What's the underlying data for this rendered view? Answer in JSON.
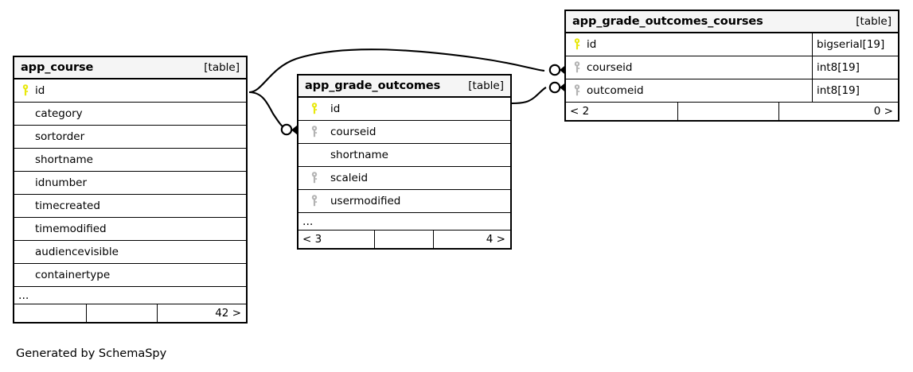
{
  "diagram": {
    "caption": "Generated by SchemaSpy",
    "table_tag": "[table]",
    "ellipsis": "...",
    "pk_icon": "yellow-key-icon",
    "fk_icon": "gray-key-icon",
    "pk_color": "#e8e80d",
    "fk_color": "#b3b3b3",
    "header_bg": "#f5f5f5",
    "border_color": "#000000",
    "edge_color": "#000000"
  },
  "tables": [
    {
      "id": "app_course",
      "name": "app_course",
      "tag": "[table]",
      "columns": [
        {
          "name": "id",
          "key": "pk",
          "type": ""
        },
        {
          "name": "category",
          "key": "none",
          "type": ""
        },
        {
          "name": "sortorder",
          "key": "none",
          "type": ""
        },
        {
          "name": "shortname",
          "key": "none",
          "type": ""
        },
        {
          "name": "idnumber",
          "key": "none",
          "type": ""
        },
        {
          "name": "timecreated",
          "key": "none",
          "type": ""
        },
        {
          "name": "timemodified",
          "key": "none",
          "type": ""
        },
        {
          "name": "audiencevisible",
          "key": "none",
          "type": ""
        },
        {
          "name": "containertype",
          "key": "none",
          "type": ""
        }
      ],
      "has_ellipsis": true,
      "footer": {
        "left": "",
        "mid": "",
        "right": "42 >"
      }
    },
    {
      "id": "app_grade_outcomes",
      "name": "app_grade_outcomes",
      "tag": "[table]",
      "columns": [
        {
          "name": "id",
          "key": "pk",
          "type": ""
        },
        {
          "name": "courseid",
          "key": "fk",
          "type": ""
        },
        {
          "name": "shortname",
          "key": "none",
          "type": ""
        },
        {
          "name": "scaleid",
          "key": "fk",
          "type": ""
        },
        {
          "name": "usermodified",
          "key": "fk",
          "type": ""
        }
      ],
      "has_ellipsis": true,
      "footer": {
        "left": "< 3",
        "mid": "",
        "right": "4 >"
      }
    },
    {
      "id": "app_grade_outcomes_courses",
      "name": "app_grade_outcomes_courses",
      "tag": "[table]",
      "columns": [
        {
          "name": "id",
          "key": "pk",
          "type": "bigserial[19]"
        },
        {
          "name": "courseid",
          "key": "fk",
          "type": "int8[19]"
        },
        {
          "name": "outcomeid",
          "key": "fk",
          "type": "int8[19]"
        }
      ],
      "has_ellipsis": false,
      "footer": {
        "left": "< 2",
        "mid": "",
        "right": "0 >"
      }
    }
  ],
  "relationships": [
    {
      "from": "app_course.id",
      "to": "app_grade_outcomes_courses.courseid"
    },
    {
      "from": "app_course.id",
      "to": "app_grade_outcomes.courseid"
    },
    {
      "from": "app_grade_outcomes.id",
      "to": "app_grade_outcomes_courses.outcomeid"
    }
  ]
}
